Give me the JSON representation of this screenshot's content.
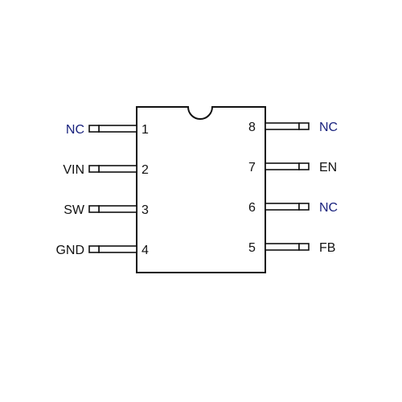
{
  "colors": {
    "nc": "#1a237e",
    "signal": "#111111",
    "outline": "#111111"
  },
  "pins": [
    {
      "number": "1",
      "name": "NC"
    },
    {
      "number": "2",
      "name": "VIN"
    },
    {
      "number": "3",
      "name": "SW"
    },
    {
      "number": "4",
      "name": "GND"
    },
    {
      "number": "5",
      "name": "FB"
    },
    {
      "number": "6",
      "name": "NC"
    },
    {
      "number": "7",
      "name": "EN"
    },
    {
      "number": "8",
      "name": "NC"
    }
  ]
}
